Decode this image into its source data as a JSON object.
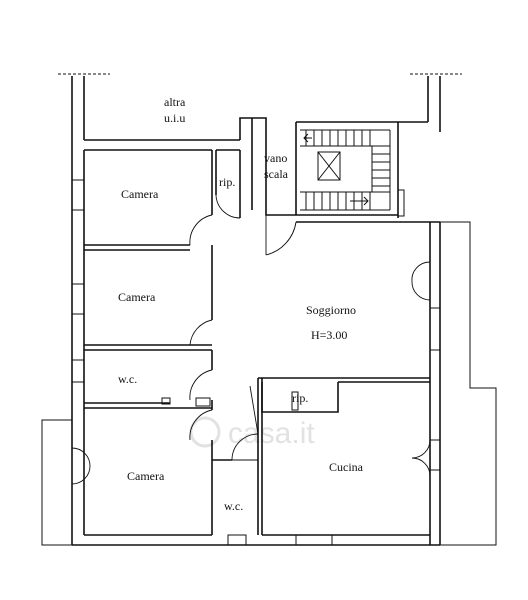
{
  "rooms": {
    "altra_line1": "altra",
    "altra_line2": "u.i.u",
    "vano_line1": "vano",
    "vano_line2": "scala",
    "camera_1": "Camera",
    "camera_2": "Camera",
    "camera_3": "Camera",
    "rip_1": "rip.",
    "rip_2": "rip.",
    "wc_1": "w.c.",
    "wc_2": "w.c.",
    "soggiorno": "Soggiorno",
    "height": "H=3.00",
    "cucina": "Cucina"
  },
  "watermark": "casa.it",
  "colors": {
    "wall": "#111111",
    "watermark": "#e2e2e2"
  }
}
